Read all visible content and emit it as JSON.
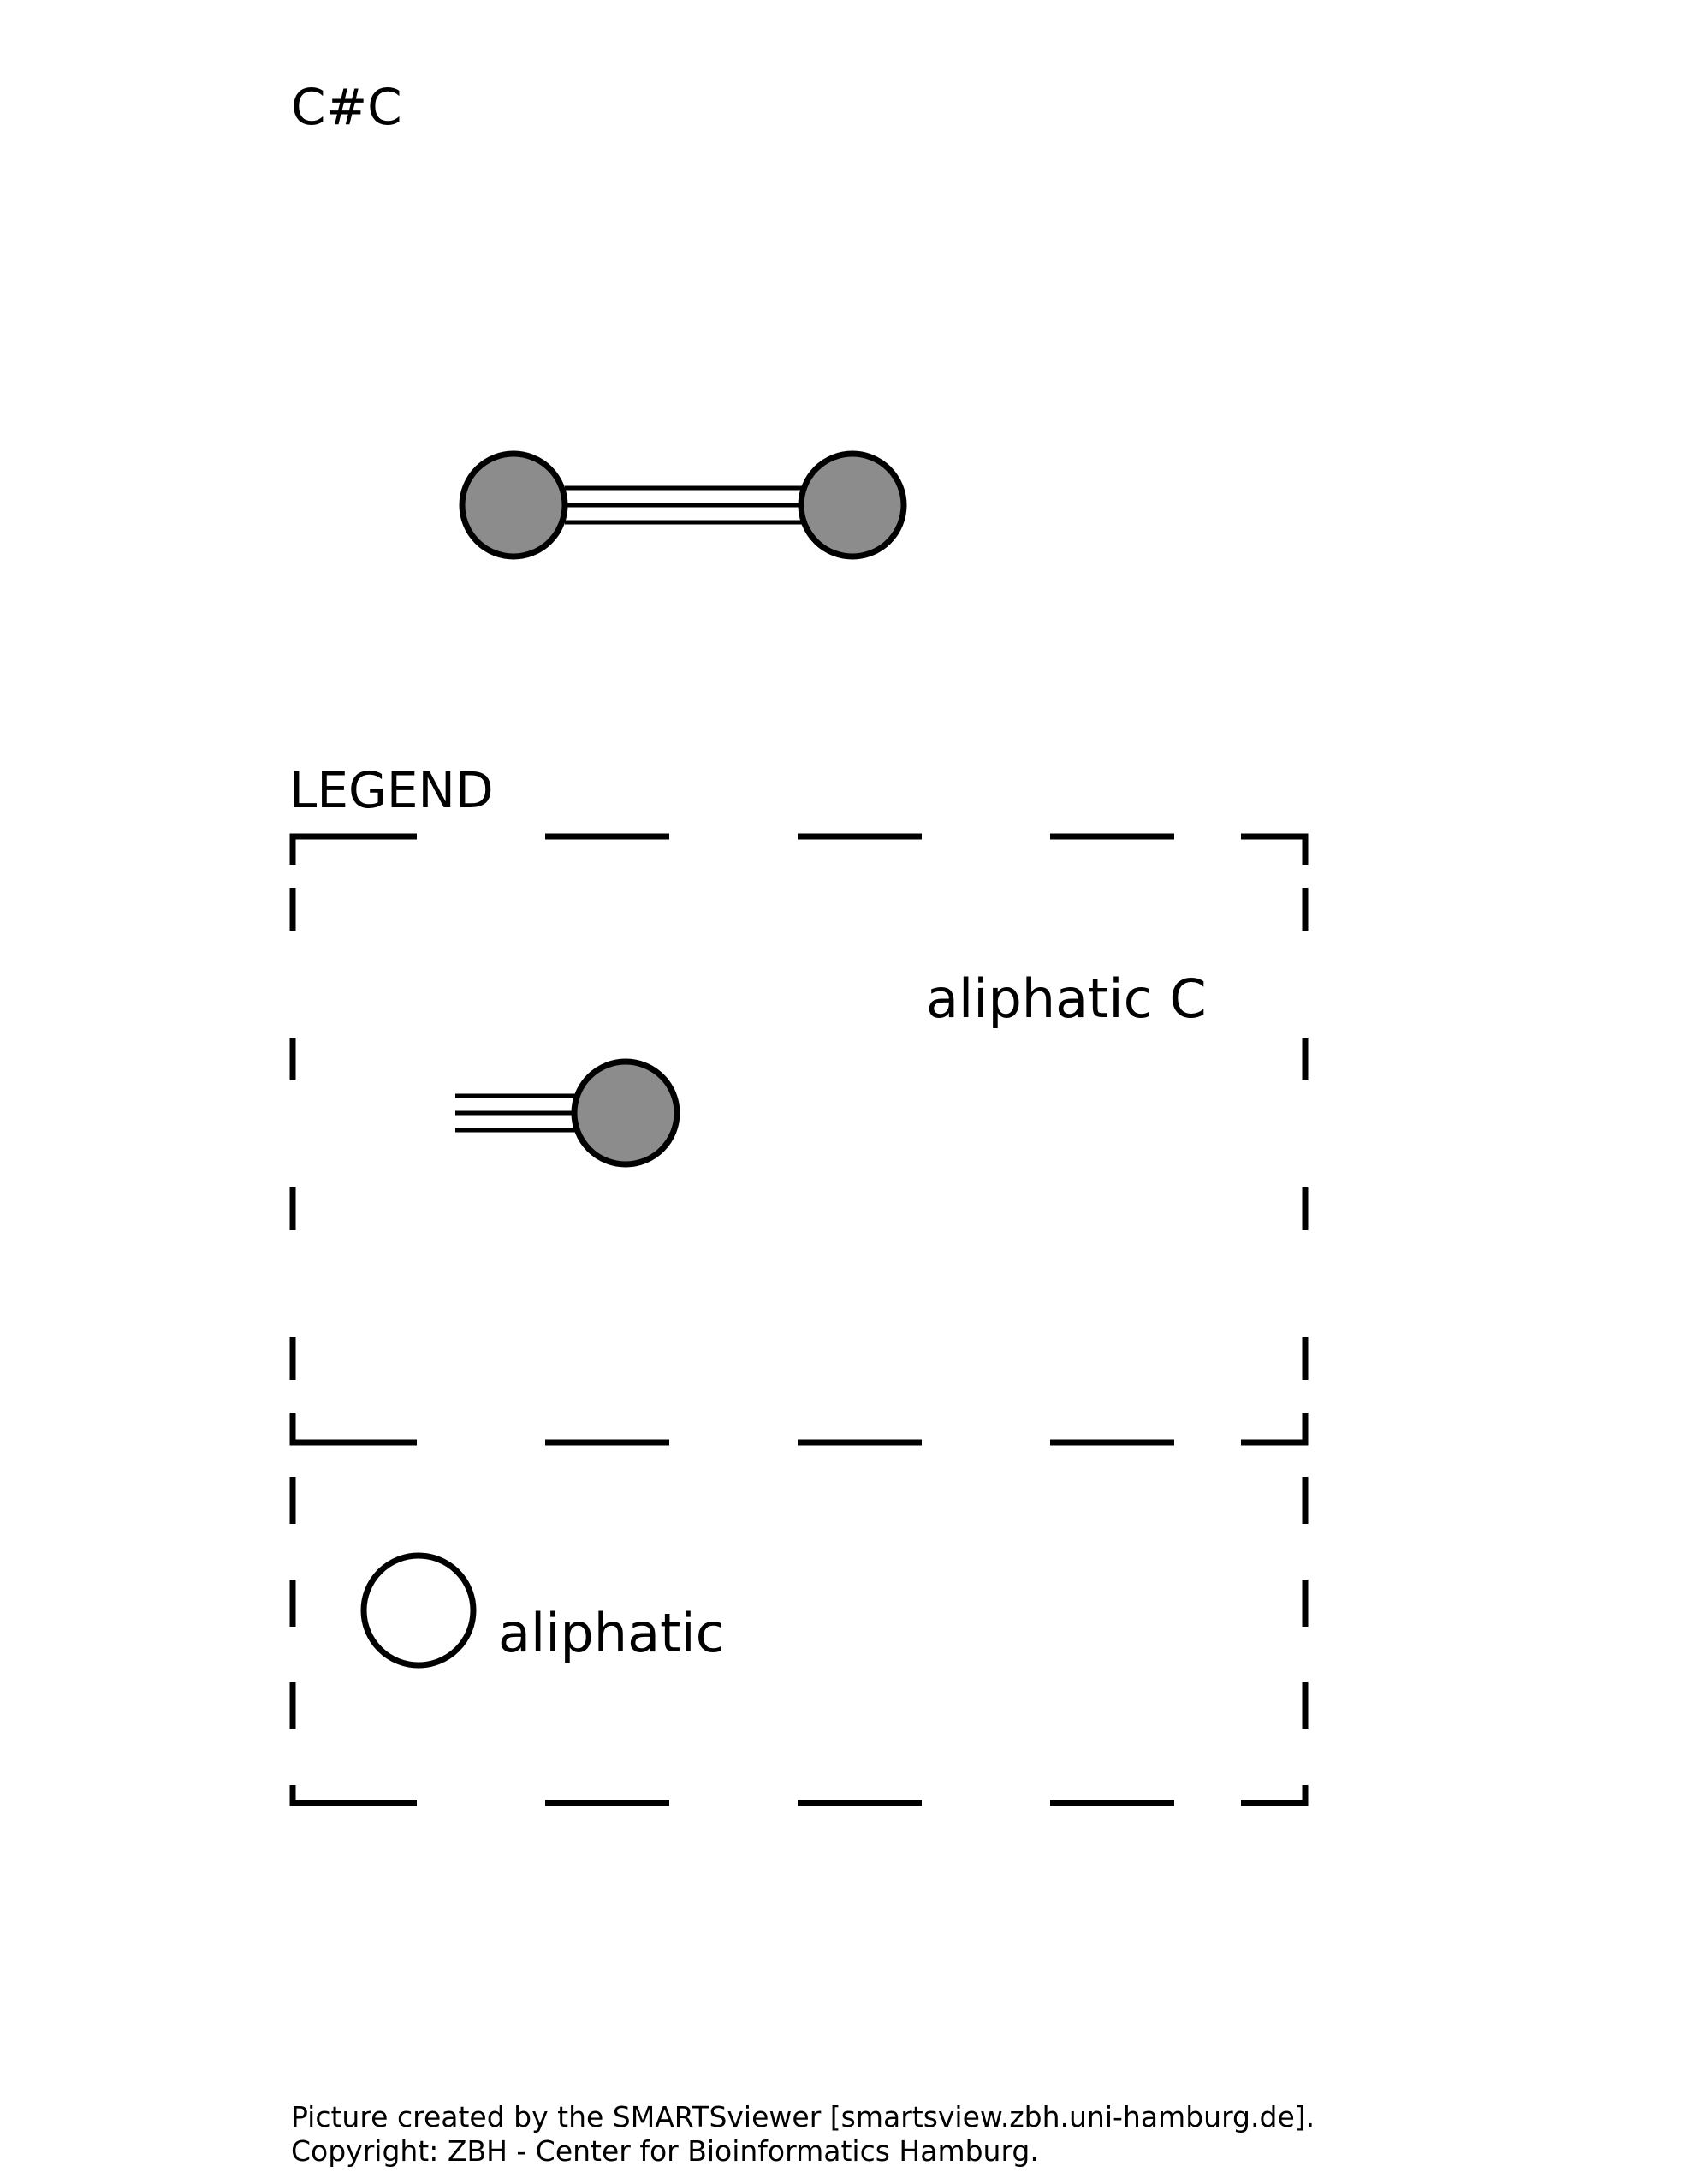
{
  "smarts": "C#C",
  "legend": {
    "title": "LEGEND",
    "atom_label": "aliphatic C",
    "type_label": "aliphatic"
  },
  "footer": {
    "line1": "Picture created by the SMARTSviewer [smartsview.zbh.uni-hamburg.de].",
    "line2": "Copyright: ZBH - Center for Bioinformatics Hamburg."
  },
  "colors": {
    "atom_fill": "#8c8c8c",
    "stroke": "#000000",
    "background": "#ffffff"
  },
  "molecule": {
    "atoms": [
      {
        "element": "C",
        "type": "aliphatic"
      },
      {
        "element": "C",
        "type": "aliphatic"
      }
    ],
    "bonds": [
      {
        "from": 0,
        "to": 1,
        "order": 3
      }
    ]
  }
}
